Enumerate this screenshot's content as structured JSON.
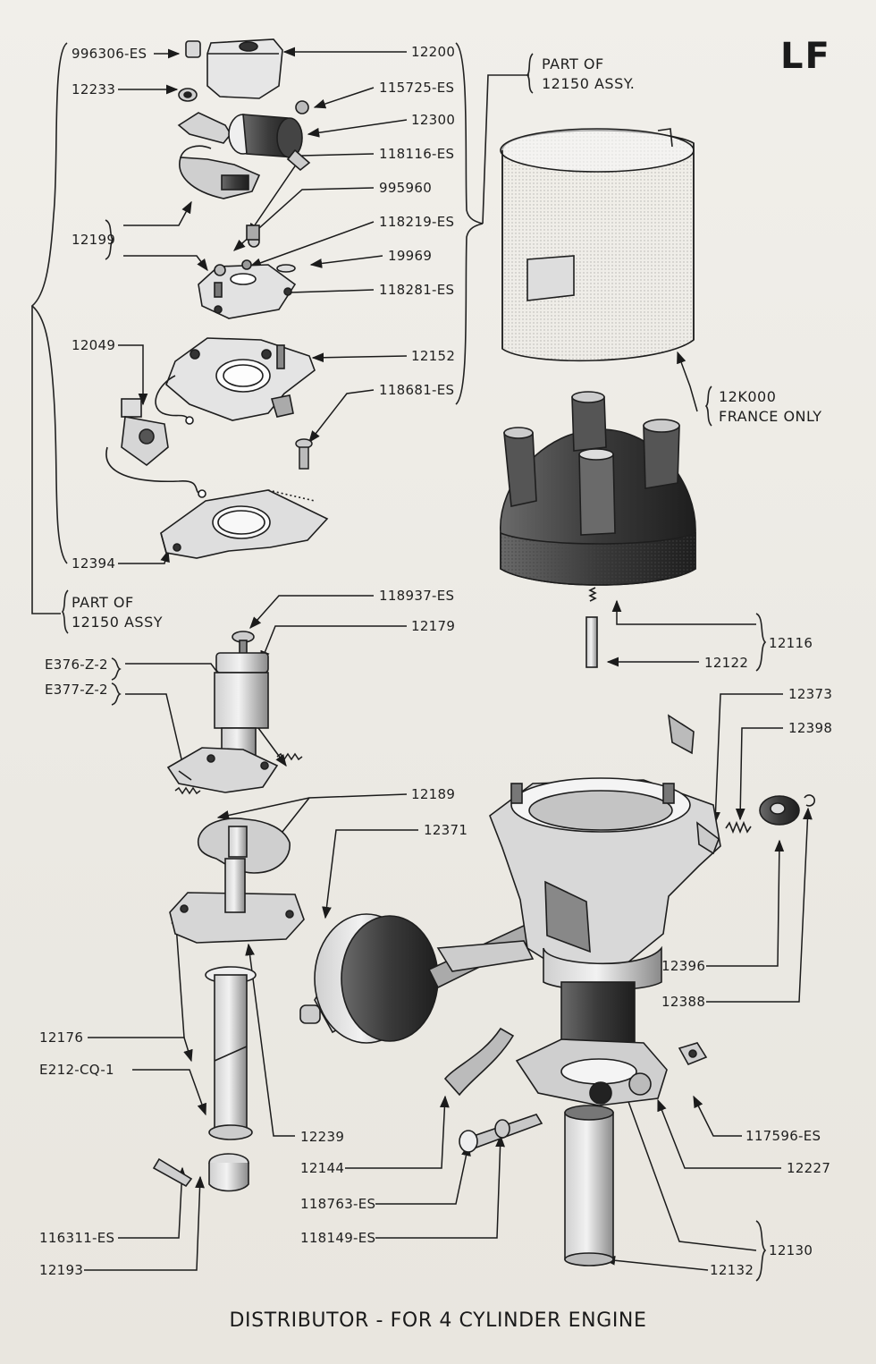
{
  "page_code": "LF",
  "title": "DISTRIBUTOR - FOR 4 CYLINDER ENGINE",
  "callouts": {
    "p996306": "996306-ES",
    "p12233": "12233",
    "p12200": "12200",
    "p115725": "115725-ES",
    "p12300": "12300",
    "p118116": "118116-ES",
    "p995960": "995960",
    "p118219": "118219-ES",
    "p19969": "19969",
    "p118281": "118281-ES",
    "p12199": "12199",
    "p12049": "12049",
    "p12152": "12152",
    "p118681": "118681-ES",
    "p12394": "12394",
    "p118937": "118937-ES",
    "p12179": "12179",
    "pE376": "E376-Z-2",
    "pE377": "E377-Z-2",
    "p12189": "12189",
    "p12371": "12371",
    "p12176": "12176",
    "pE212": "E212-CQ-1",
    "p12239": "12239",
    "p12144": "12144",
    "p118763": "118763-ES",
    "p118149": "118149-ES",
    "p116311": "116311-ES",
    "p12193": "12193",
    "p12122": "12122",
    "p12116": "12116",
    "p12373": "12373",
    "p12398": "12398",
    "p12396": "12396",
    "p12388": "12388",
    "p117596": "117596-ES",
    "p12227": "12227",
    "p12130": "12130",
    "p12132": "12132"
  },
  "notes": {
    "part_of_top_line1": "PART OF",
    "part_of_top_line2": "12150 ASSY.",
    "part_of_left_line1": "PART OF",
    "part_of_left_line2": "12150 ASSY",
    "france_line1": "12K000",
    "france_line2": "FRANCE ONLY"
  }
}
